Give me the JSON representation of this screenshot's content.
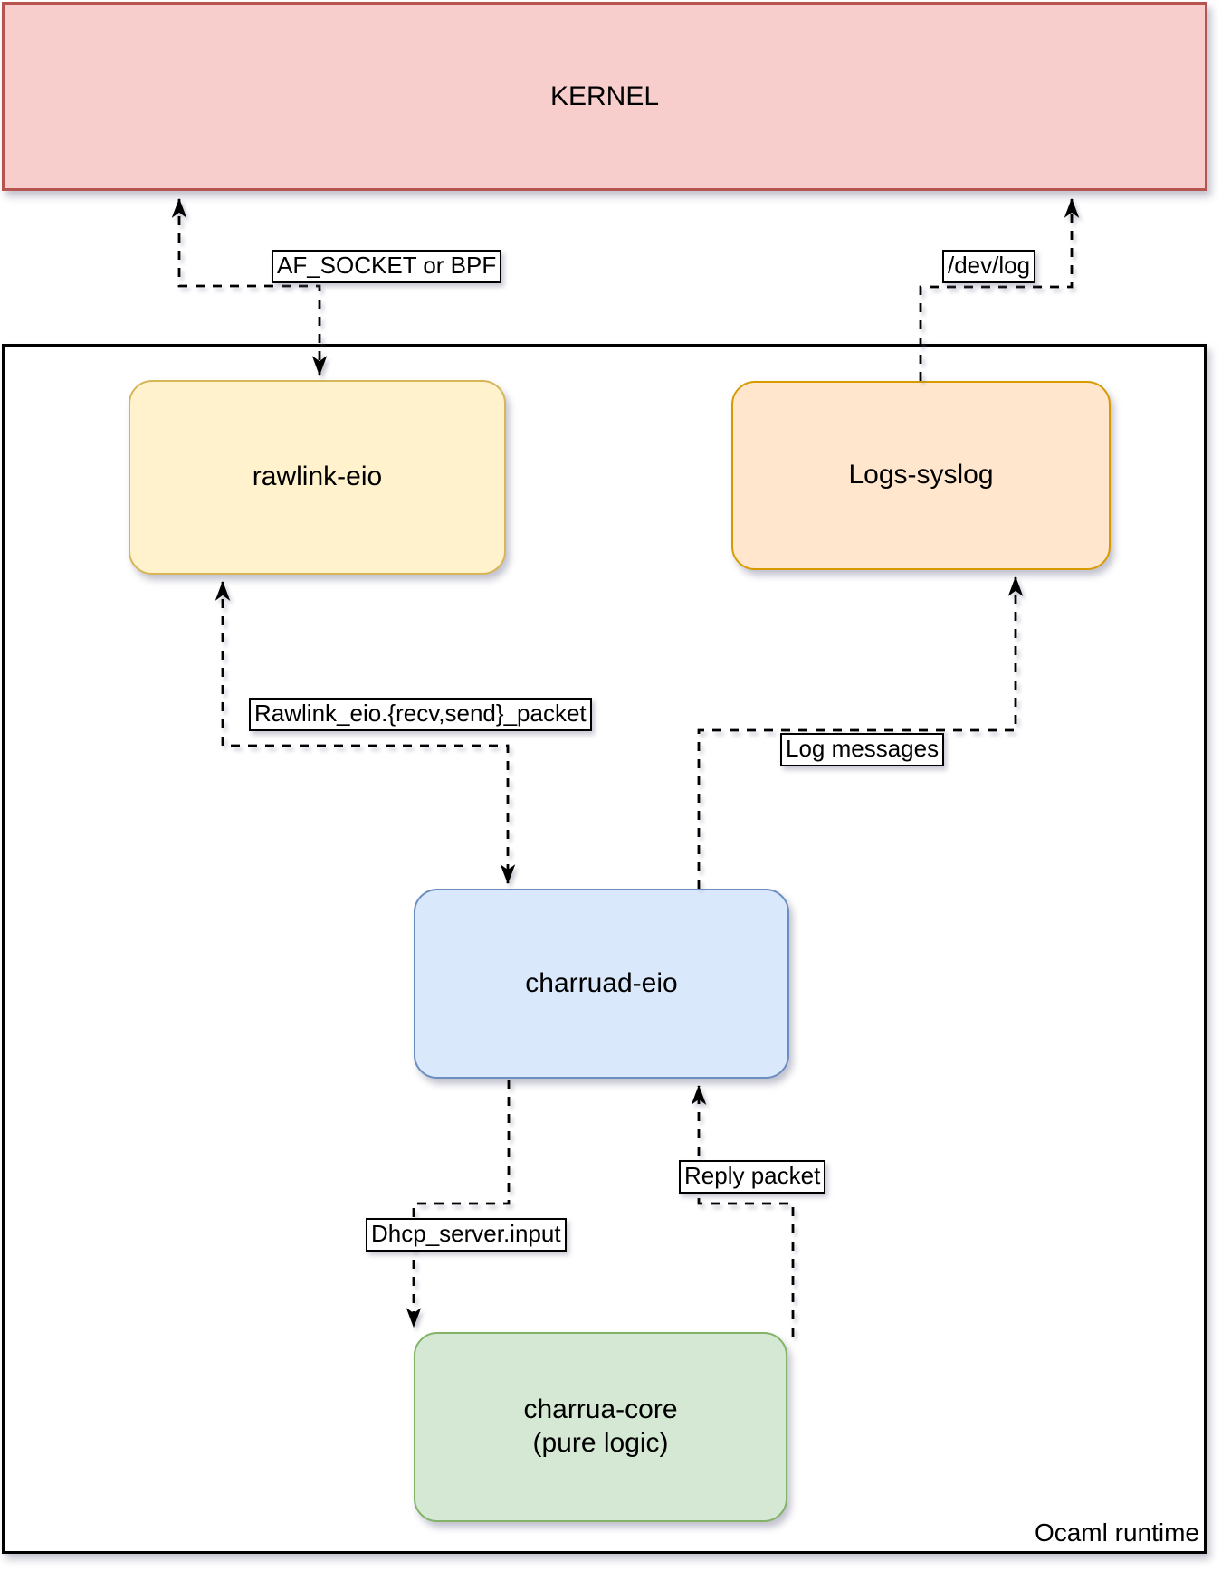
{
  "diagram": {
    "kernel": {
      "label": "KERNEL"
    },
    "runtime": {
      "label": "Ocaml runtime"
    },
    "nodes": {
      "rawlink": {
        "label": "rawlink-eio"
      },
      "logs": {
        "label": "Logs-syslog"
      },
      "charruad": {
        "label": "charruad-eio"
      },
      "charrua": {
        "label_line1": "charrua-core",
        "label_line2": "(pure logic)"
      }
    },
    "edges": {
      "kernel_rawlink": {
        "from": "KERNEL",
        "to": "rawlink-eio",
        "label": "AF_SOCKET or BPF",
        "bidirectional": true
      },
      "logs_kernel": {
        "from": "Logs-syslog",
        "to": "KERNEL",
        "label": "/dev/log",
        "bidirectional": false
      },
      "rawlink_charruad": {
        "from": "rawlink-eio",
        "to": "charruad-eio",
        "label": "Rawlink_eio.{recv,send}_packet",
        "bidirectional": true
      },
      "charruad_logs": {
        "from": "charruad-eio",
        "to": "Logs-syslog",
        "label": "Log messages",
        "bidirectional": false
      },
      "charruad_charrua": {
        "from": "charruad-eio",
        "to": "charrua-core",
        "label": "Dhcp_server.input",
        "bidirectional": false
      },
      "charrua_charruad": {
        "from": "charrua-core",
        "to": "charruad-eio",
        "label": "Reply packet",
        "bidirectional": false
      }
    }
  },
  "colors": {
    "kernel_fill": "#f8cecc",
    "kernel_stroke": "#b85450",
    "rawlink_fill": "#fff2cc",
    "rawlink_stroke": "#d6b656",
    "logs_fill": "#ffe6cc",
    "logs_stroke": "#d79b00",
    "charruad_fill": "#dae8fc",
    "charruad_stroke": "#6c8ebf",
    "charrua_fill": "#d5e8d4",
    "charrua_stroke": "#82b366",
    "runtime_stroke": "#000000",
    "edge_color": "#000000",
    "text_color": "#000000"
  }
}
